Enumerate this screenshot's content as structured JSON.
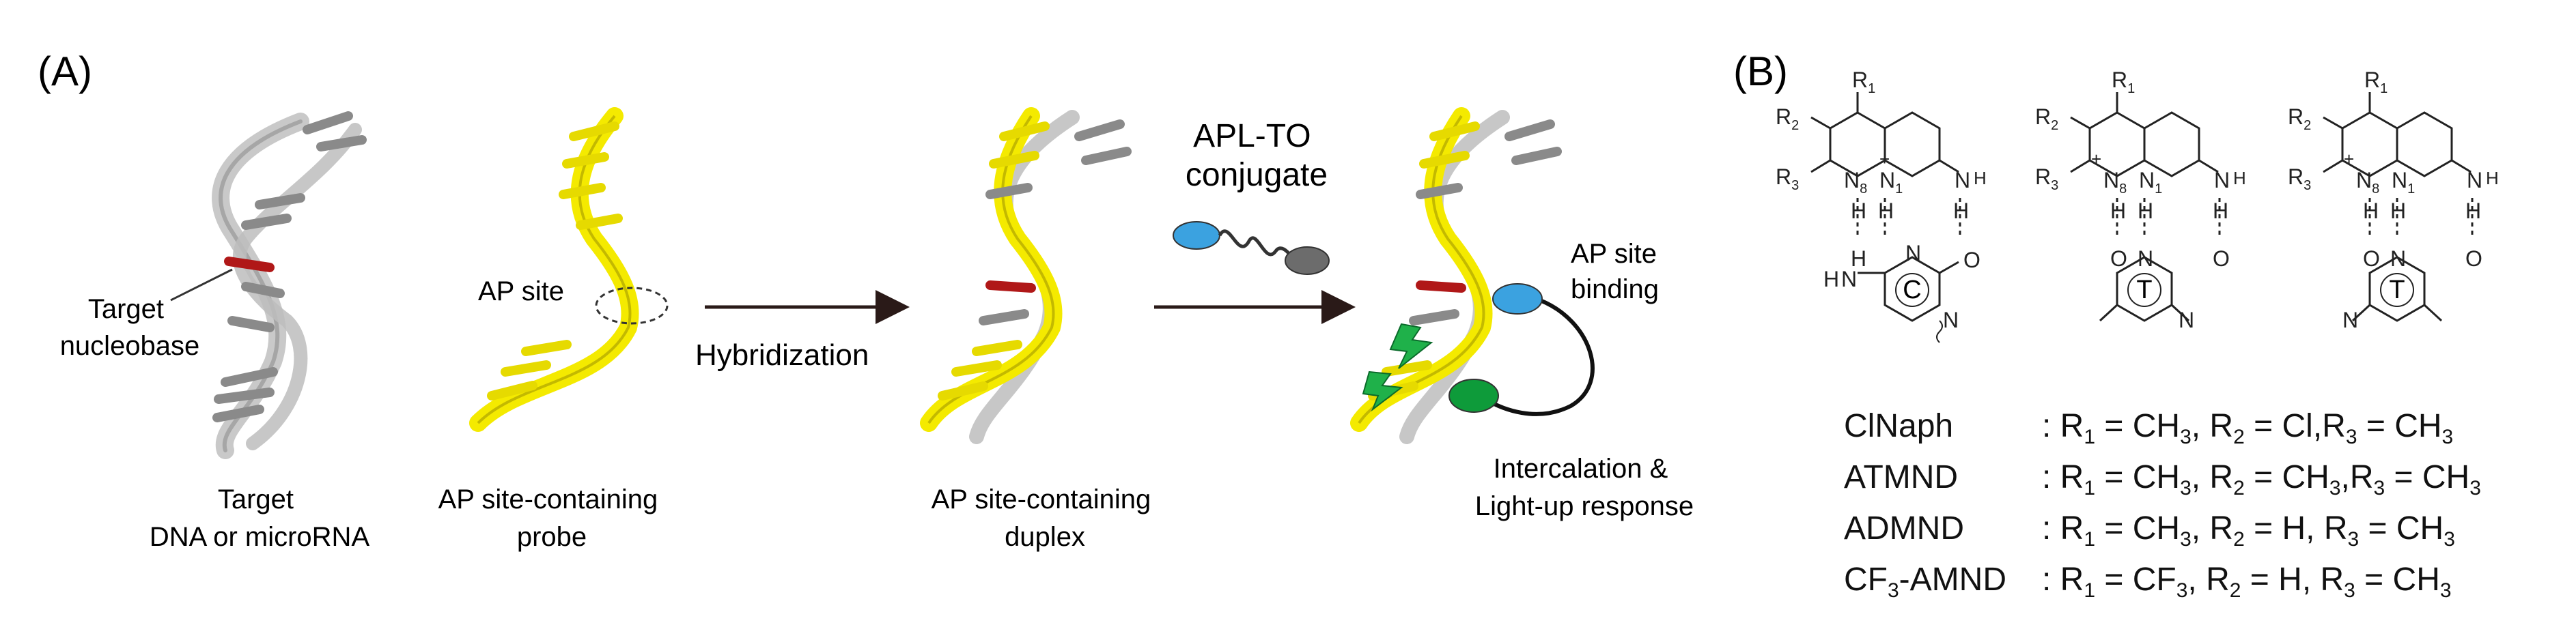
{
  "panel_a": {
    "label": "(A)",
    "target_nucleobase": [
      "Target",
      "nucleobase"
    ],
    "ap_site": "AP site",
    "hybridization": "Hybridization",
    "conjugate": [
      "APL-TO",
      "conjugate"
    ],
    "ap_site_binding": [
      "AP site",
      "binding"
    ],
    "intercalation": [
      "Intercalation &",
      "Light-up response"
    ],
    "caption_target": [
      "Target",
      "DNA or microRNA"
    ],
    "caption_probe": [
      "AP site-containing",
      "probe"
    ],
    "caption_duplex": [
      "AP site-containing",
      "duplex"
    ]
  },
  "panel_b": {
    "label": "(B)",
    "bases": [
      "C",
      "T",
      "T"
    ],
    "ligands": [
      {
        "name": "ClNaph",
        "r1": "CH",
        "r1_sub": "3",
        "r2": "Cl",
        "r2_sub": "",
        "r3": "CH",
        "r3_sub": "3"
      },
      {
        "name": "ATMND",
        "r1": "CH",
        "r1_sub": "3",
        "r2": "CH",
        "r2_sub": "3",
        "r3": "CH",
        "r3_sub": "3"
      },
      {
        "name": "ADMND",
        "r1": "CH",
        "r1_sub": "3",
        "r2": "H",
        "r2_sub": "",
        "r3": "CH",
        "r3_sub": "3"
      },
      {
        "name": "CF",
        "name_sub": "3",
        "name_suffix": "-AMND",
        "r1": "CF",
        "r1_sub": "3",
        "r2": "H",
        "r2_sub": "",
        "r3": "CH",
        "r3_sub": "3"
      }
    ]
  },
  "colors": {
    "probe_strand": "#f4ea00",
    "target_strand": "#a8a8a8",
    "target_base": "#b01818",
    "apl": "#3ba2e0",
    "to_dye": "#0e9b3a",
    "linker": "#6c6c6c"
  }
}
